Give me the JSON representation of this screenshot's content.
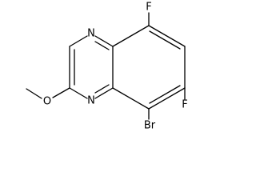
{
  "molecule": {
    "atom_labels": {
      "n1": "N",
      "n4": "N",
      "o": "O",
      "f5": "F",
      "f7": "F",
      "br8": "Br"
    }
  }
}
